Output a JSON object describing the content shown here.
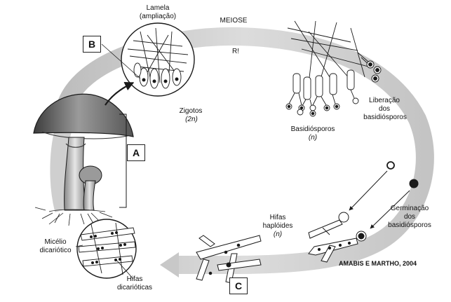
{
  "labels": {
    "lamela": "Lamela",
    "ampliacao": "(ampliação)",
    "meiose": "MEIOSE",
    "r": "R!",
    "zigotos": "Zigotos",
    "zigotos_2n": "(2n)",
    "basidiosporos": "Basidiósporos",
    "basidiosporos_n": "(n)",
    "liberacao_1": "Liberação",
    "liberacao_2": "dos",
    "liberacao_3": "basidiósporos",
    "hifas_haploides_1": "Hifas",
    "hifas_haploides_2": "haplóides",
    "hifas_haploides_n": "(n)",
    "germinacao_1": "Germinação",
    "germinacao_2": "dos",
    "germinacao_3": "basidiósporos",
    "micelio_1": "Micélio",
    "micelio_2": "dicariótico",
    "hifas_dicarioticas_1": "Hifas",
    "hifas_dicarioticas_2": "dicarióticas",
    "credit": "AMABIS E MARTHO, 2004"
  },
  "boxes": {
    "a": "A",
    "b": "B",
    "c": "C"
  },
  "colors": {
    "cycle_band": "#cfcfcf",
    "ink": "#1a1a1a",
    "cap": "#6e6e6e",
    "stipe": "#b4b4b4"
  }
}
